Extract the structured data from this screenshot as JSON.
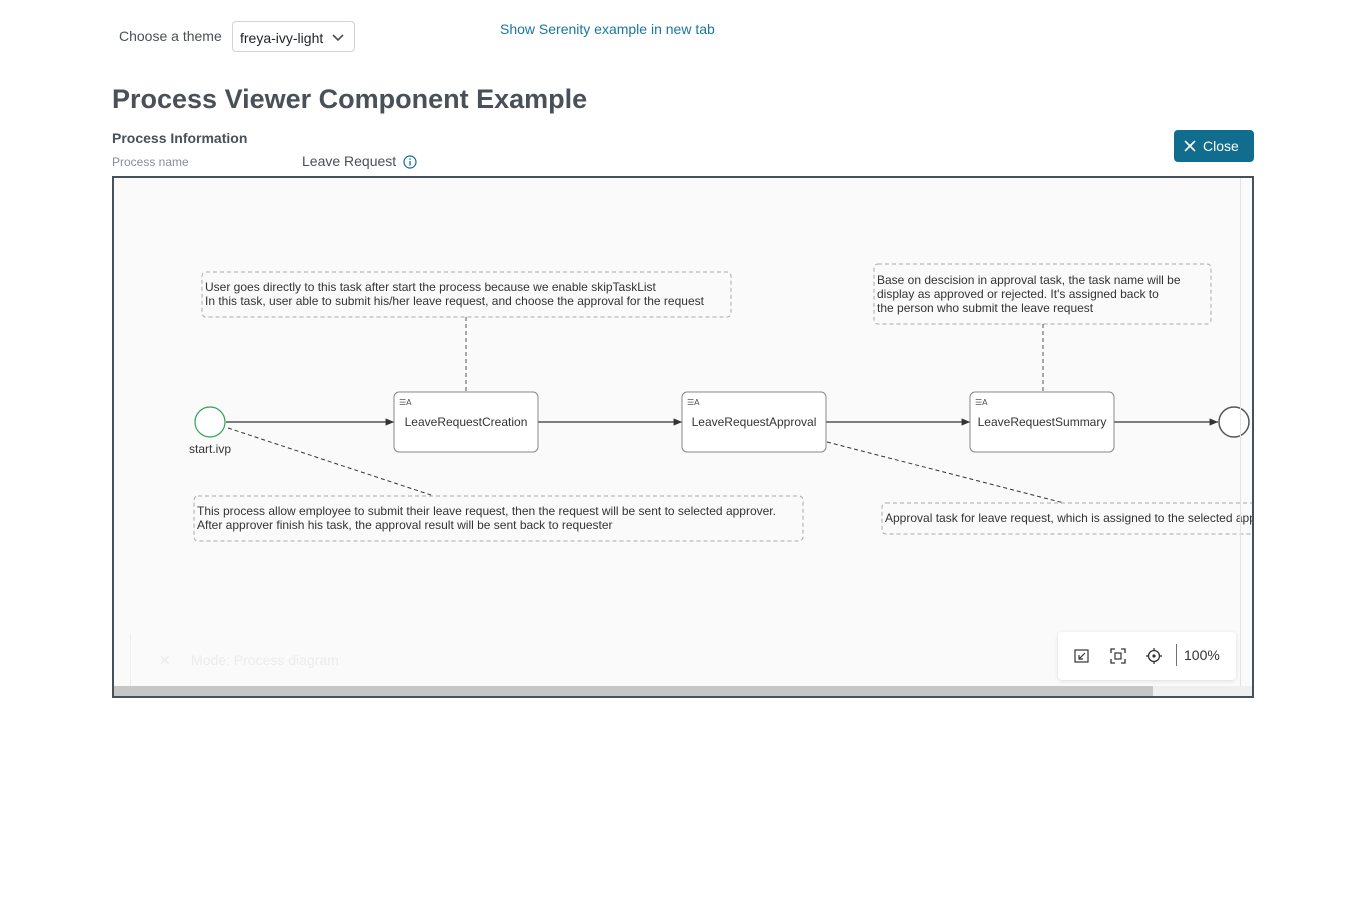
{
  "theme": {
    "label": "Choose a theme",
    "selected": "freya-ivy-light"
  },
  "link": {
    "serenity": "Show Serenity example in new tab"
  },
  "page": {
    "title": "Process Viewer Component Example"
  },
  "process_info": {
    "section_title": "Process Information",
    "name_label": "Process name",
    "name_value": "Leave Request"
  },
  "close_button": {
    "label": "Close",
    "color": "#116d8e"
  },
  "diagram": {
    "start_label": "start.ivp",
    "tasks": [
      "LeaveRequestCreation",
      "LeaveRequestApproval",
      "LeaveRequestSummary"
    ],
    "notes": {
      "creation_line1": "User goes directly to this task after start the process because we enable skipTaskList",
      "creation_line2": "In this task, user able to submit his/her leave request, and choose the approval for the request",
      "summary_line1": "Base on descision in approval task, the task name will be",
      "summary_line2": "display as approved or rejected. It's assigned back to",
      "summary_line3": "the person who submit the leave request",
      "process_line1": "This process allow employee to submit their leave request, then the request will be sent to selected approver.",
      "process_line2": "After approver finish his task, the approval result will be sent back to requester",
      "approval_line1": "Approval task for leave request, which is assigned to the selected approver"
    },
    "start_color": "#2ea44f",
    "toast_text": "Mode: Process diagram"
  },
  "toolbar": {
    "icons": [
      "collapse-icon",
      "fit-to-screen-icon",
      "center-icon"
    ],
    "zoom": "100%"
  }
}
